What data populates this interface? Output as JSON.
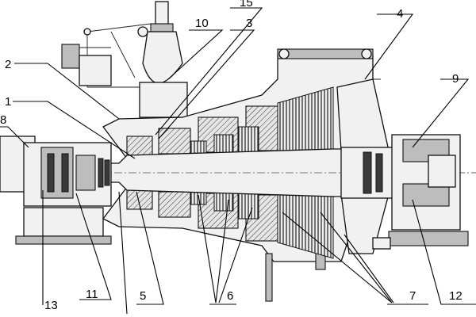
{
  "callouts": [
    {
      "id": "1",
      "text": "1"
    },
    {
      "id": "2",
      "text": "2"
    },
    {
      "id": "3",
      "text": "3"
    },
    {
      "id": "4",
      "text": "4"
    },
    {
      "id": "5",
      "text": "5"
    },
    {
      "id": "6",
      "text": "6"
    },
    {
      "id": "7",
      "text": "7"
    },
    {
      "id": "8",
      "text": "8"
    },
    {
      "id": "9",
      "text": "9"
    },
    {
      "id": "10",
      "text": "10"
    },
    {
      "id": "11",
      "text": "11"
    },
    {
      "id": "12",
      "text": "12"
    },
    {
      "id": "13",
      "text": "13"
    },
    {
      "id": "15",
      "text": "15"
    }
  ]
}
